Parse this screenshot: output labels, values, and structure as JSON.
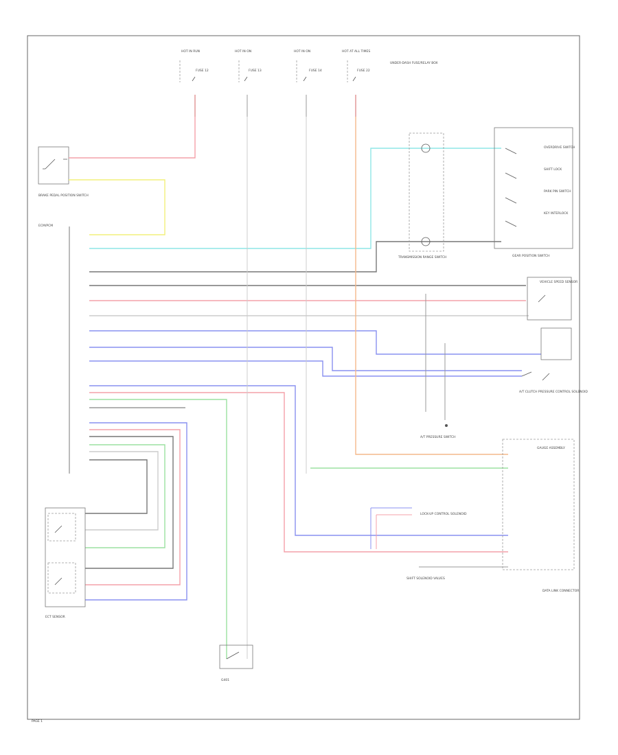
{
  "fuses": [
    {
      "text": "HOT IN RUN",
      "fuse": "FUSE 12"
    },
    {
      "text": "HOT IN ON",
      "fuse": "FUSE 13"
    },
    {
      "text": "HOT IN ON",
      "fuse": "FUSE 14"
    },
    {
      "text": "HOT AT ALL TIMES",
      "fuse": "FUSE 22"
    }
  ],
  "labels": {
    "fuse_box": "UNDER-DASH FUSE/RELAY BOX",
    "brake_switch": "BRAKE PEDAL POSITION SWITCH",
    "shift_position_switch": "GEAR POSITION SWITCH",
    "switch_list": [
      "OVERDRIVE SWITCH",
      "SHIFT LOCK",
      "PARK PIN SWITCH",
      "KEY INTERLOCK"
    ],
    "transmission_range": "TRANSMISSION RANGE SWITCH",
    "vss": "VEHICLE SPEED SENSOR",
    "gauge_assembly": "GAUGE ASSEMBLY",
    "ect_sensor": "ECT SENSOR",
    "ground": "G401",
    "solenoid": "A/T CLUTCH PRESSURE CONTROL SOLENOID",
    "pressure_switch": "A/T PRESSURE SWITCH",
    "lockup_solenoid": "LOCK-UP CONTROL SOLENOID",
    "shift_solenoids": "SHIFT SOLENOID VALVES",
    "ecm": "ECM/PCM",
    "data_link": "DATA LINK CONNECTOR",
    "page_ref": "PAGE 1"
  },
  "wire_colors": {
    "red": "#f4a0a8",
    "yellow": "#f2f07a",
    "cyan": "#8ee6e6",
    "gray": "#666666",
    "blue": "#8890f0",
    "green": "#9be0a0",
    "orange": "#f4b88a",
    "white": "#cccccc",
    "black": "#444444"
  }
}
